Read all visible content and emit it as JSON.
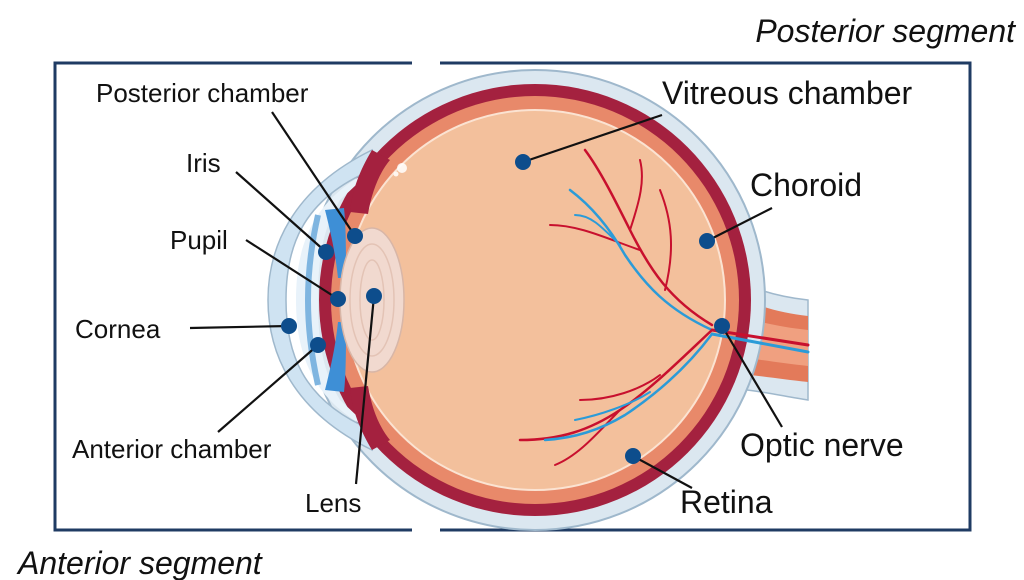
{
  "segments": {
    "posterior": "Posterior segment",
    "anterior": "Anterior segment"
  },
  "labels": {
    "posterior_chamber": "Posterior chamber",
    "iris": "Iris",
    "pupil": "Pupil",
    "cornea": "Cornea",
    "anterior_chamber": "Anterior chamber",
    "lens": "Lens",
    "vitreous_chamber": "Vitreous chamber",
    "choroid": "Choroid",
    "optic_nerve": "Optic nerve",
    "retina": "Retina"
  },
  "colors": {
    "frame": "#1f3b63",
    "sclera": "#dbe7f0",
    "choroid": "#a4213f",
    "retina": "#e8896a",
    "vitreous": "#f3c09c",
    "lens": "#f1d9cf",
    "iris": "#3e8fd6",
    "cornea": "#cfe3f2",
    "vessel_red": "#c8102e",
    "vessel_blue": "#2b9bd8",
    "marker": "#0d4d8c"
  }
}
